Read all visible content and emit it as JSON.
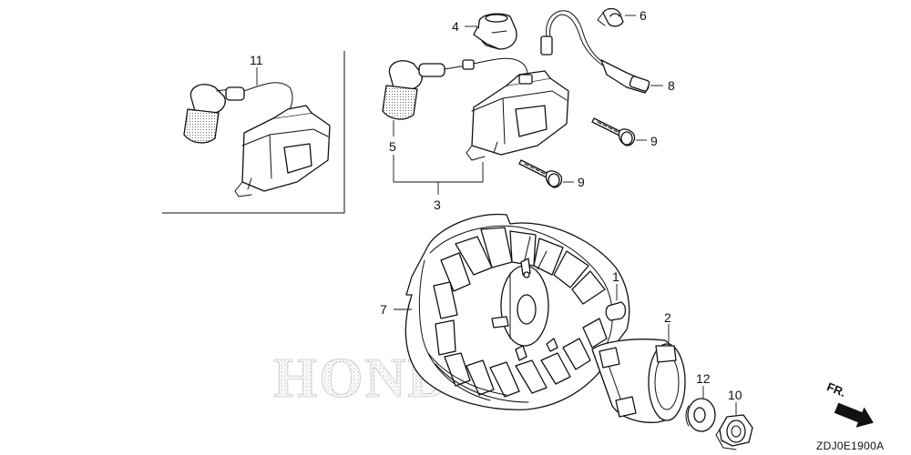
{
  "diagram": {
    "watermark": "HONDA",
    "diagram_code": "ZDJ0E1900A",
    "front_marker": "FR."
  },
  "callouts": {
    "c1": "1",
    "c2": "2",
    "c3": "3",
    "c4": "4",
    "c5": "5",
    "c6": "6",
    "c7": "7",
    "c8": "8",
    "c9a": "9",
    "c9b": "9",
    "c10": "10",
    "c11": "11",
    "c12": "12"
  }
}
